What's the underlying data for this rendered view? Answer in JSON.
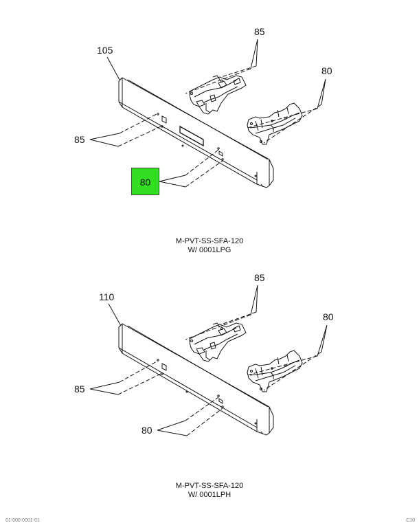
{
  "colors": {
    "highlight": "#33dd22",
    "line": "#111111"
  },
  "diagram_top": {
    "callout_housing": "105",
    "callout_bracket_left": "85",
    "callout_bracket_right": "80",
    "callout_holes_left": "85",
    "callout_holes_right_highlighted": "80",
    "caption_line1": "M-PVT-SS-SFA-120",
    "caption_line2": "W/ 0001LPG"
  },
  "diagram_bottom": {
    "callout_housing": "110",
    "callout_bracket_left": "85",
    "callout_bracket_right": "80",
    "callout_holes_left": "85",
    "callout_holes_right": "80",
    "caption_line1": "M-PVT-SS-SFA-120",
    "caption_line2": "W/ 0001LPH"
  },
  "footer": {
    "left": "01-000-0001-01",
    "right": "C10"
  }
}
